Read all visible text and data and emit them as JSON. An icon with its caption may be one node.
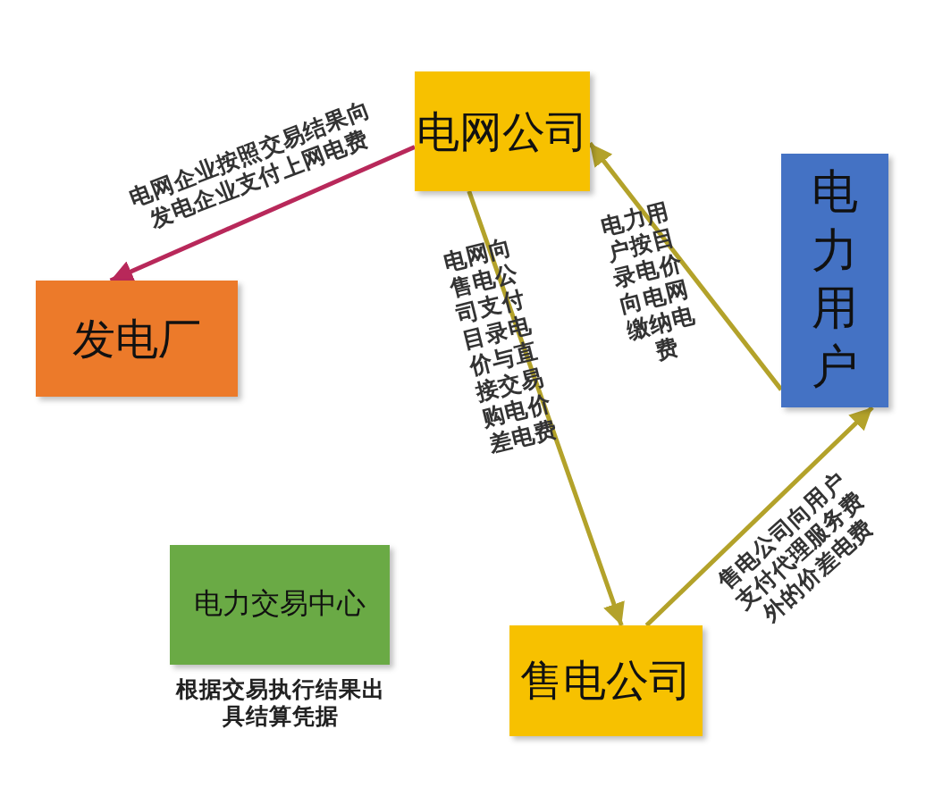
{
  "diagram": {
    "nodes": [
      {
        "text": [
          "电网公司"
        ]
      },
      {
        "text": [
          "发电厂"
        ]
      },
      {
        "text": [
          "电力用户"
        ]
      },
      {
        "text": [
          "电力交易中心"
        ],
        "beside": [
          "根据交易执行结果出具结算凭据"
        ]
      },
      {
        "text": [
          "售电公司"
        ]
      }
    ],
    "edges": [
      {
        "from": 0,
        "to": 1,
        "arrow": "to",
        "label": "电网企业按照交易结果向发电企业支付上网电费",
        "color": "#b8285a"
      },
      {
        "from": 0,
        "to": 4,
        "arrow": "to",
        "label": "电网向售电公司支付目录电价与直接交易购电价差电费"
      },
      {
        "from": 2,
        "to": 0,
        "arrow": "to",
        "label": "电力用户按目录电价向电网缴纳电费"
      },
      {
        "from": 4,
        "to": 2,
        "arrow": "to",
        "label": "售电公司向用户支付代理服务费外的价差电费"
      }
    ]
  }
}
